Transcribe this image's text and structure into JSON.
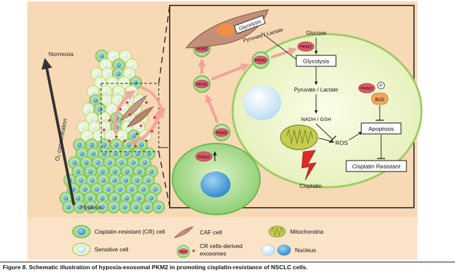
{
  "labels": {
    "normoxia": "Normoxia",
    "hypoxia": "Hypoxia",
    "o2_concentration": "O₂ concentration",
    "glycolysis": "Glycolysis",
    "pyruvate_lactate": "Pyruvate / Lactate",
    "glucose": "Glucose",
    "nadh_gsh": "NADH / GSH",
    "ros": "ROS",
    "apoptosis": "Apoptosis",
    "cisplatin": "Cisplatin",
    "cisplatin_resistant": "Cisplatin Resistant",
    "pkm2": "PKM2",
    "bcl2": "Bcl2",
    "phospho": "P"
  },
  "legend": {
    "cr_cell": "Cisplatin-resistant (CR) cell",
    "sensitive_cell": "Sensitive cell",
    "caf_cell": "CAF cell",
    "exosomes_line1": "CR cells-derived",
    "exosomes_line2": "exosomes",
    "mitochondria": "Mitochondria",
    "nucleus": "Nucleus"
  },
  "caption": "Figure 8. Schematic illustration of hypoxia-exosomal PKM2 in promoting cisplatin-resistance of NSCLC cells.",
  "colors": {
    "background": "#f8d9b6",
    "cr_cell": "#9fd78a",
    "sensitive_cell": "#eef5d0",
    "caf_cell": "#b88a72",
    "pkm2": "#e05a68",
    "nucleus": "#3f9ad0",
    "arrow": "#f4a6a0",
    "mitochondria": "#c4cc52",
    "bcl2": "#f2a55b"
  }
}
